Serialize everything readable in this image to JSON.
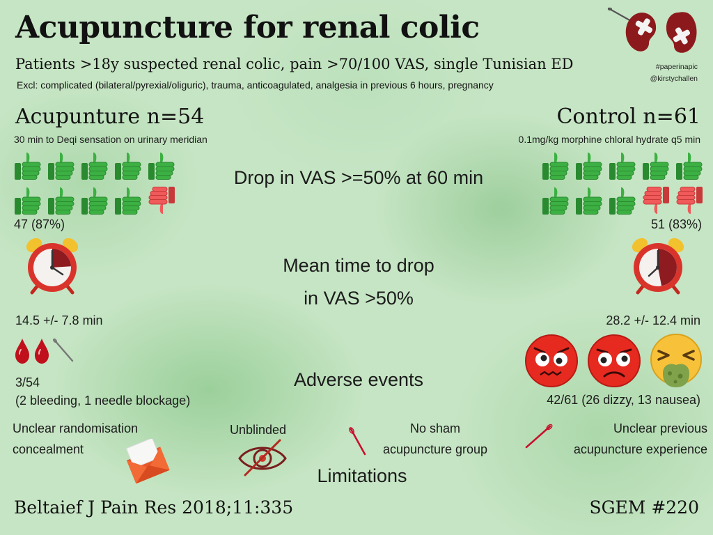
{
  "header": {
    "title": "Acupuncture for renal colic",
    "subtitle": "Patients >18y suspected renal colic, pain >70/100 VAS, single Tunisian ED",
    "exclusions": "Excl: complicated (bilateral/pyrexial/oliguric), trauma, anticoagulated, analgesia in previous 6 hours, pregnancy",
    "hashtag": "#paperinapic",
    "handle": "@kirstychallen"
  },
  "arms": {
    "left": {
      "name": "Acupunture n=54",
      "description": "30 min to Deqi sensation on urinary meridian"
    },
    "right": {
      "name": "Control n=61",
      "description": "0.1mg/kg morphine chloral hydrate q5 min"
    }
  },
  "outcomes": {
    "vas_drop": {
      "label": "Drop in VAS >=50% at 60 min",
      "left": "47 (87%)",
      "right": "51 (83%)",
      "left_thumbs": [
        "up",
        "up",
        "up",
        "up",
        "up",
        "up",
        "up",
        "up",
        "up",
        "down"
      ],
      "right_thumbs": [
        "up",
        "up",
        "up",
        "up",
        "up",
        "up",
        "up",
        "up",
        "down",
        "down"
      ]
    },
    "time_to_drop": {
      "label_line1": "Mean time to drop",
      "label_line2": "in VAS >50%",
      "left": "14.5 +/- 7.8 min",
      "right": "28.2 +/- 12.4 min",
      "left_clock_fraction": 0.24,
      "right_clock_fraction": 0.47
    },
    "adverse": {
      "label": "Adverse events",
      "left_line1": "3/54",
      "left_line2": "(2 bleeding, 1 needle blockage)",
      "right": "42/61 (26 dizzy, 13 nausea)"
    }
  },
  "limitations": {
    "label": "Limitations",
    "items": [
      {
        "line1": "Unclear randomisation",
        "line2": "concealment",
        "icon": "envelope-icon"
      },
      {
        "line1": "Unblinded",
        "line2": "",
        "icon": "crossed-eye-icon"
      },
      {
        "line1": "No sham",
        "line2": "acupuncture group",
        "icon": "needle-icon"
      },
      {
        "line1": "Unclear previous",
        "line2": "acupuncture experience",
        "icon": "needle-icon"
      }
    ]
  },
  "footer": {
    "citation": "Beltaief J Pain Res 2018;11:335",
    "episode": "SGEM #220"
  },
  "colors": {
    "background": "#c6e5c4",
    "thumb_up": "#3cb043",
    "thumb_down": "#f05a5a",
    "clock_red": "#d9342b",
    "blood": "#c0101c"
  }
}
